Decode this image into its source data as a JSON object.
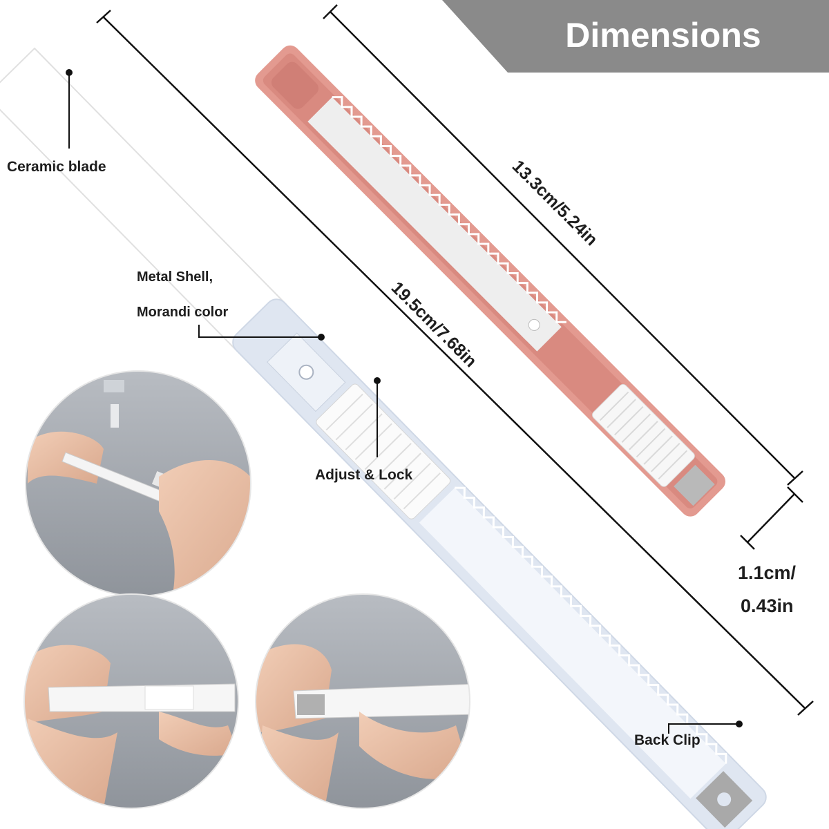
{
  "banner": {
    "title": "Dimensions"
  },
  "labels": {
    "ceramic_blade": "Ceramic blade",
    "metal_shell_line1": "Metal Shell,",
    "metal_shell_line2": "Morandi color",
    "adjust_lock": "Adjust & Lock",
    "back_clip": "Back Clip"
  },
  "dimensions": {
    "overall_length": "19.5cm/7.68in",
    "body_length": "13.3cm/5.24in",
    "width_line1": "1.1cm/",
    "width_line2": "0.43in"
  },
  "colors": {
    "banner": "#8a8a8a",
    "blue_shell": "#dfe6f1",
    "pink_shell": "#e39a90",
    "photo_bg": "#9ea2a8"
  },
  "icons": [
    "ceramic-blade",
    "blue-cutter",
    "pink-cutter",
    "usage-photo-release",
    "usage-photo-slide",
    "usage-photo-replace"
  ]
}
